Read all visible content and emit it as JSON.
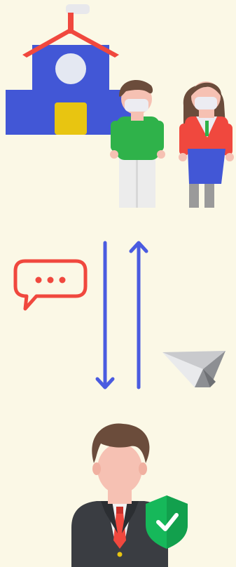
{
  "illustration": {
    "background": "#fbf8e6",
    "colors": {
      "school_blue": "#4257d6",
      "roof_red": "#f0483e",
      "door_yellow": "#e8c511",
      "arrow_blue": "#4a5be0",
      "chat_red": "#f0483e",
      "shield_green": "#16b85a",
      "suit_dark": "#3a3d42",
      "hair_brown": "#6b4c3b",
      "skin": "#f6c1b3"
    },
    "icons": [
      "school-building",
      "student-boy",
      "student-girl",
      "arrow-down",
      "arrow-up",
      "chat-bubble",
      "paper-plane",
      "teacher",
      "shield-check"
    ]
  }
}
